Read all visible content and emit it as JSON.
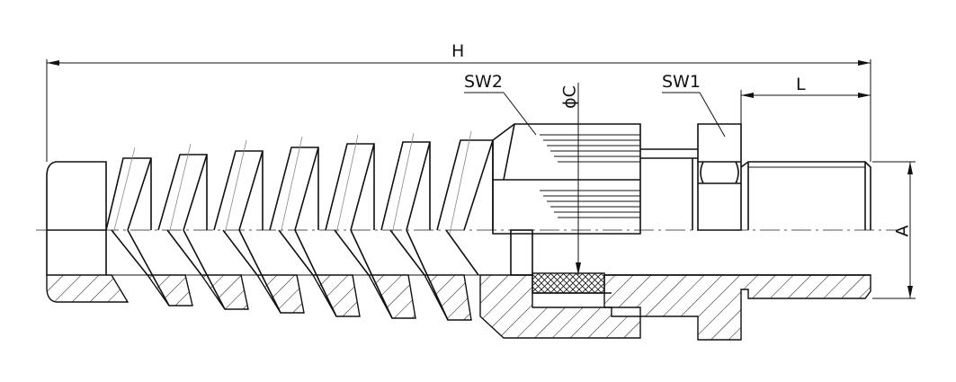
{
  "drawing": {
    "title": "Cable gland with spiral strain relief - sectional drawing",
    "labels": {
      "overall_length": "H",
      "wrench_size_2": "SW2",
      "diameter_c": "ϕC",
      "wrench_size_1": "SW1",
      "thread_length": "L",
      "thread_diameter": "A"
    }
  }
}
